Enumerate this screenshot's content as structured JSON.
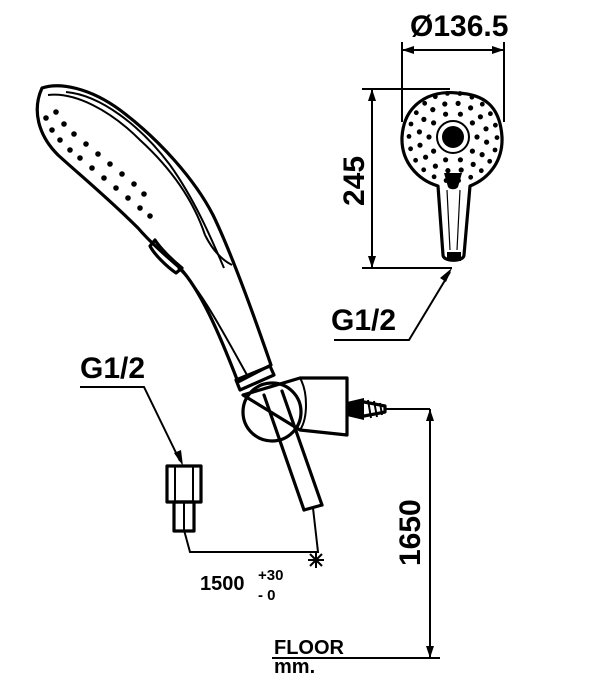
{
  "labels": {
    "diameter": "Ø136.5",
    "head_height": "245",
    "thread_top": "G1/2",
    "thread_left": "G1/2",
    "height_from_floor": "1650",
    "hose_length": "1500",
    "hose_tol_plus": "+30",
    "hose_tol_minus": "- 0",
    "floor": "FLOOR",
    "unit": "mm."
  },
  "colors": {
    "line": "#000000",
    "background": "#ffffff"
  }
}
